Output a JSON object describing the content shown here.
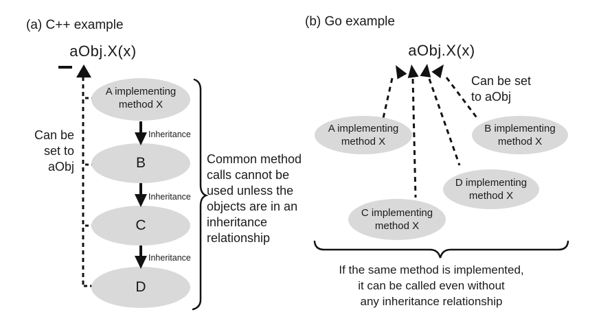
{
  "panel_a": {
    "title": "(a) C++ example",
    "call_label": "aObj.X(x)",
    "side_note": "Can be\nset to\naObj",
    "node_a": "A implementing\nmethod X",
    "node_b": "B",
    "node_c": "C",
    "node_d": "D",
    "inheritance_label": "Inheritance",
    "brace_note": "Common method\ncalls cannot be\nused unless the\nobjects are in an\ninheritance\nrelationship"
  },
  "panel_b": {
    "title": "(b) Go example",
    "call_label": "aObj.X(x)",
    "side_note": "Can be set\nto aObj",
    "node_a": "A implementing\nmethod X",
    "node_b": "B implementing\nmethod X",
    "node_c": "C implementing\nmethod X",
    "node_d": "D implementing\nmethod X",
    "caption": "If the same method is implemented,\nit can be called even without\nany inheritance relationship"
  },
  "colors": {
    "node_fill": "#d9d9d9",
    "line": "#121212",
    "text": "#1a1a1a"
  }
}
